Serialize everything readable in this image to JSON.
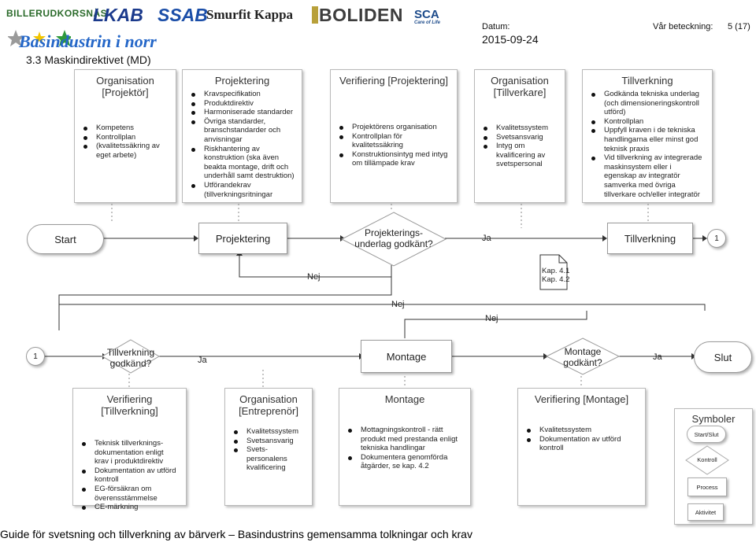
{
  "header": {
    "logos": [
      "BILLERUDKORSNÄS",
      "LKAB",
      "SSAB",
      "Smurfit Kappa",
      "BOLIDEN",
      "SCA",
      "Care of Life",
      "Basindustrin i norr"
    ],
    "doc_title": "3.3  Maskindirektivet (MD)",
    "datum_label": "Datum:",
    "datum_value": "2015-09-24",
    "beteckning_label": "Vår beteckning:",
    "page_label": "5 (17)"
  },
  "top_boxes": [
    {
      "title": "Organisation\n[Projektör]",
      "items": [
        "Kompetens",
        "Kontrollplan",
        "(kvalitetssäkring av eget arbete)"
      ]
    },
    {
      "title": "Projektering",
      "items": [
        "Kravspecifikation",
        "Produktdirektiv",
        "Harmoniserade standarder",
        "Övriga standarder, branschstandarder och anvisningar",
        "Riskhantering av konstruktion (ska även beakta montage, drift och underhåll samt destruktion)",
        "Utförandekrav (tillverkningsritningar"
      ]
    },
    {
      "title": "Verifiering [Projektering]",
      "items": [
        "Projektörens organisation",
        "Kontrollplan för kvalitetssäkring",
        "Konstruktionsintyg med intyg om tillämpade krav"
      ]
    },
    {
      "title": "Organisation\n[Tillverkare]",
      "items": [
        "Kvalitetssystem",
        "Svetsansvarig",
        "Intyg om kvalificering av svetspersonal"
      ]
    },
    {
      "title": "Tillverkning",
      "items": [
        "Godkända tekniska underlag (och dimensioneringskontroll utförd)",
        "Kontrollplan",
        "Uppfyll kraven i de tekniska handlingarna eller minst god teknisk praxis",
        "Vid tillverkning av integrerade maskinsystem eller i egenskap av integratör samverka med övriga tillverkare och/eller integratör"
      ]
    }
  ],
  "flow_row1": {
    "start": "Start",
    "projektering": "Projektering",
    "decision": "Projekterings-\nunderlag godkänt?",
    "ja": "Ja",
    "tillverkning": "Tillverkning",
    "connector": "1",
    "nej": "Nej",
    "doc_ref": "Kap. 4.1\nKap. 4.2"
  },
  "flow_mid": {
    "nej_upper": "Nej",
    "nej_lower": "Nej"
  },
  "flow_row2": {
    "connector": "1",
    "decision1": "Tillverkning\ngodkänd?",
    "ja1": "Ja",
    "montage": "Montage",
    "decision2": "Montage\ngodkänt?",
    "ja2": "Ja",
    "slut": "Slut"
  },
  "bottom_boxes": [
    {
      "title": "Verifiering [Tillverkning]",
      "items": [
        "Teknisk tillverknings-dokumentation enligt krav i produktdirektiv",
        "Dokumentation av utförd kontroll",
        "EG-försäkran om överensstämmelse",
        "CE-märkning"
      ]
    },
    {
      "title": "Organisation\n[Entreprenör]",
      "items": [
        "Kvalitetssystem",
        "Svetsansvarig",
        "Svets-personalens kvalificering"
      ]
    },
    {
      "title": "Montage",
      "items": [
        "Mottagningskontroll - rätt produkt med prestanda enligt tekniska handlingar",
        "Dokumentera genomförda åtgärder, se kap. 4.2"
      ]
    },
    {
      "title": "Verifiering [Montage]",
      "items": [
        "Kvalitetssystem",
        "Dokumentation av utförd kontroll"
      ]
    }
  ],
  "symbols": {
    "title": "Symboler",
    "start_slut": "Start/Slut",
    "kontroll": "Kontroll",
    "process": "Process",
    "aktivitet": "Aktivitet"
  },
  "footer": "Guide för svetsning och tillverkning av bärverk – Basindustrins gemensamma tolkningar och krav"
}
